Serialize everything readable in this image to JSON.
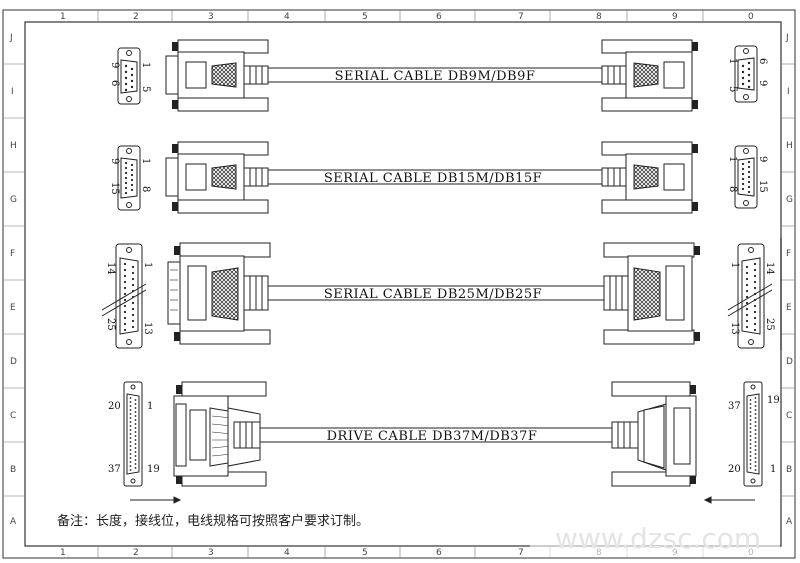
{
  "frame": {
    "columns": [
      "1",
      "2",
      "3",
      "4",
      "5",
      "6",
      "7",
      "8",
      "9",
      "0"
    ],
    "rows": [
      "J",
      "I",
      "H",
      "G",
      "F",
      "E",
      "D",
      "C",
      "B",
      "A"
    ]
  },
  "cables": [
    {
      "label": "SERIAL CABLE DB9M/DB9F",
      "left_pins": [
        "9",
        "6",
        "1",
        "5"
      ],
      "right_pins": [
        "6",
        "9",
        "1",
        "5"
      ]
    },
    {
      "label": "SERIAL CABLE DB15M/DB15F",
      "left_pins": [
        "9",
        "15",
        "1",
        "8"
      ],
      "right_pins": [
        "9",
        "15",
        "1",
        "8"
      ]
    },
    {
      "label": "SERIAL CABLE DB25M/DB25F",
      "left_pins": [
        "14",
        "25",
        "1",
        "13"
      ],
      "right_pins": [
        "14",
        "25",
        "1",
        "13"
      ]
    },
    {
      "label": "DRIVE CABLE DB37M/DB37F",
      "left_pins": [
        "20",
        "1",
        "37",
        "19"
      ],
      "right_pins": [
        "37",
        "19",
        "20",
        "1"
      ]
    }
  ],
  "note": "备注：长度，接线位，电线规格可按照客户要求订制。",
  "watermark": "www.dzsc.com"
}
